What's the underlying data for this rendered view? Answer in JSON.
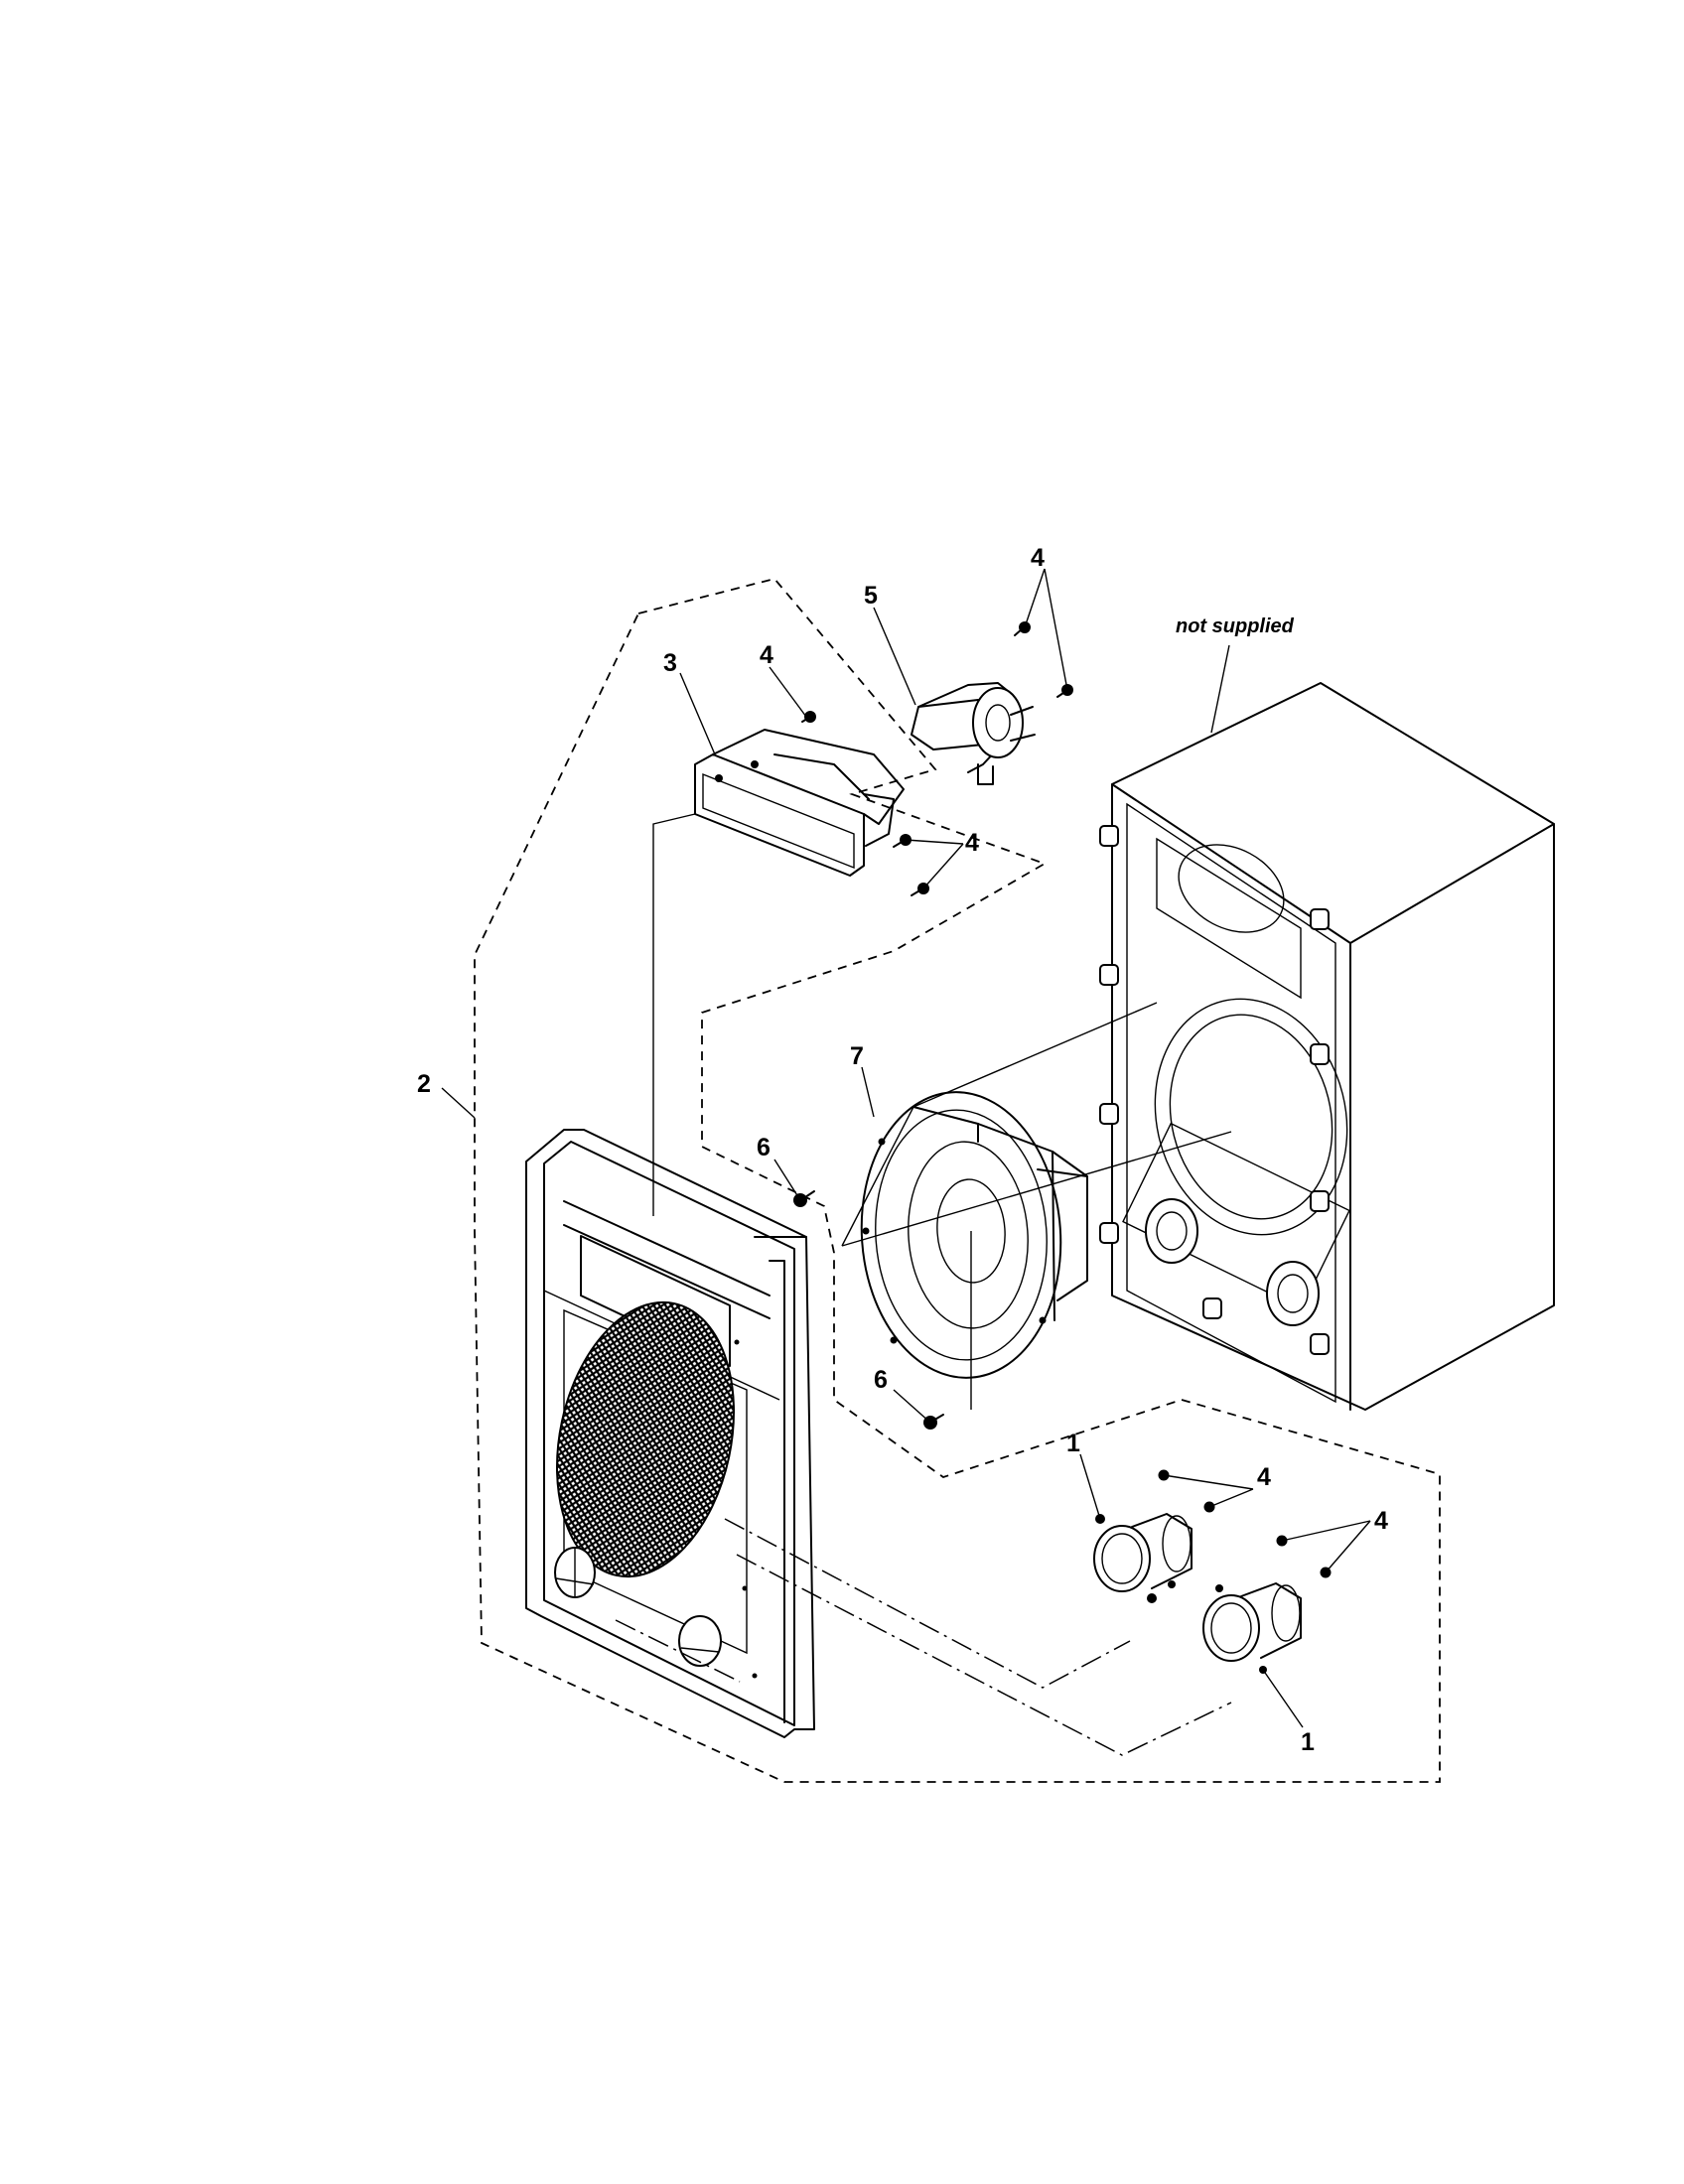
{
  "diagram": {
    "callouts": {
      "c1a": "1",
      "c1b": "1",
      "c2": "2",
      "c3": "3",
      "c4a": "4",
      "c4b": "4",
      "c4c": "4",
      "c4d": "4",
      "c4e": "4",
      "c5": "5",
      "c6a": "6",
      "c6b": "6",
      "c7": "7"
    },
    "note": "not supplied"
  }
}
